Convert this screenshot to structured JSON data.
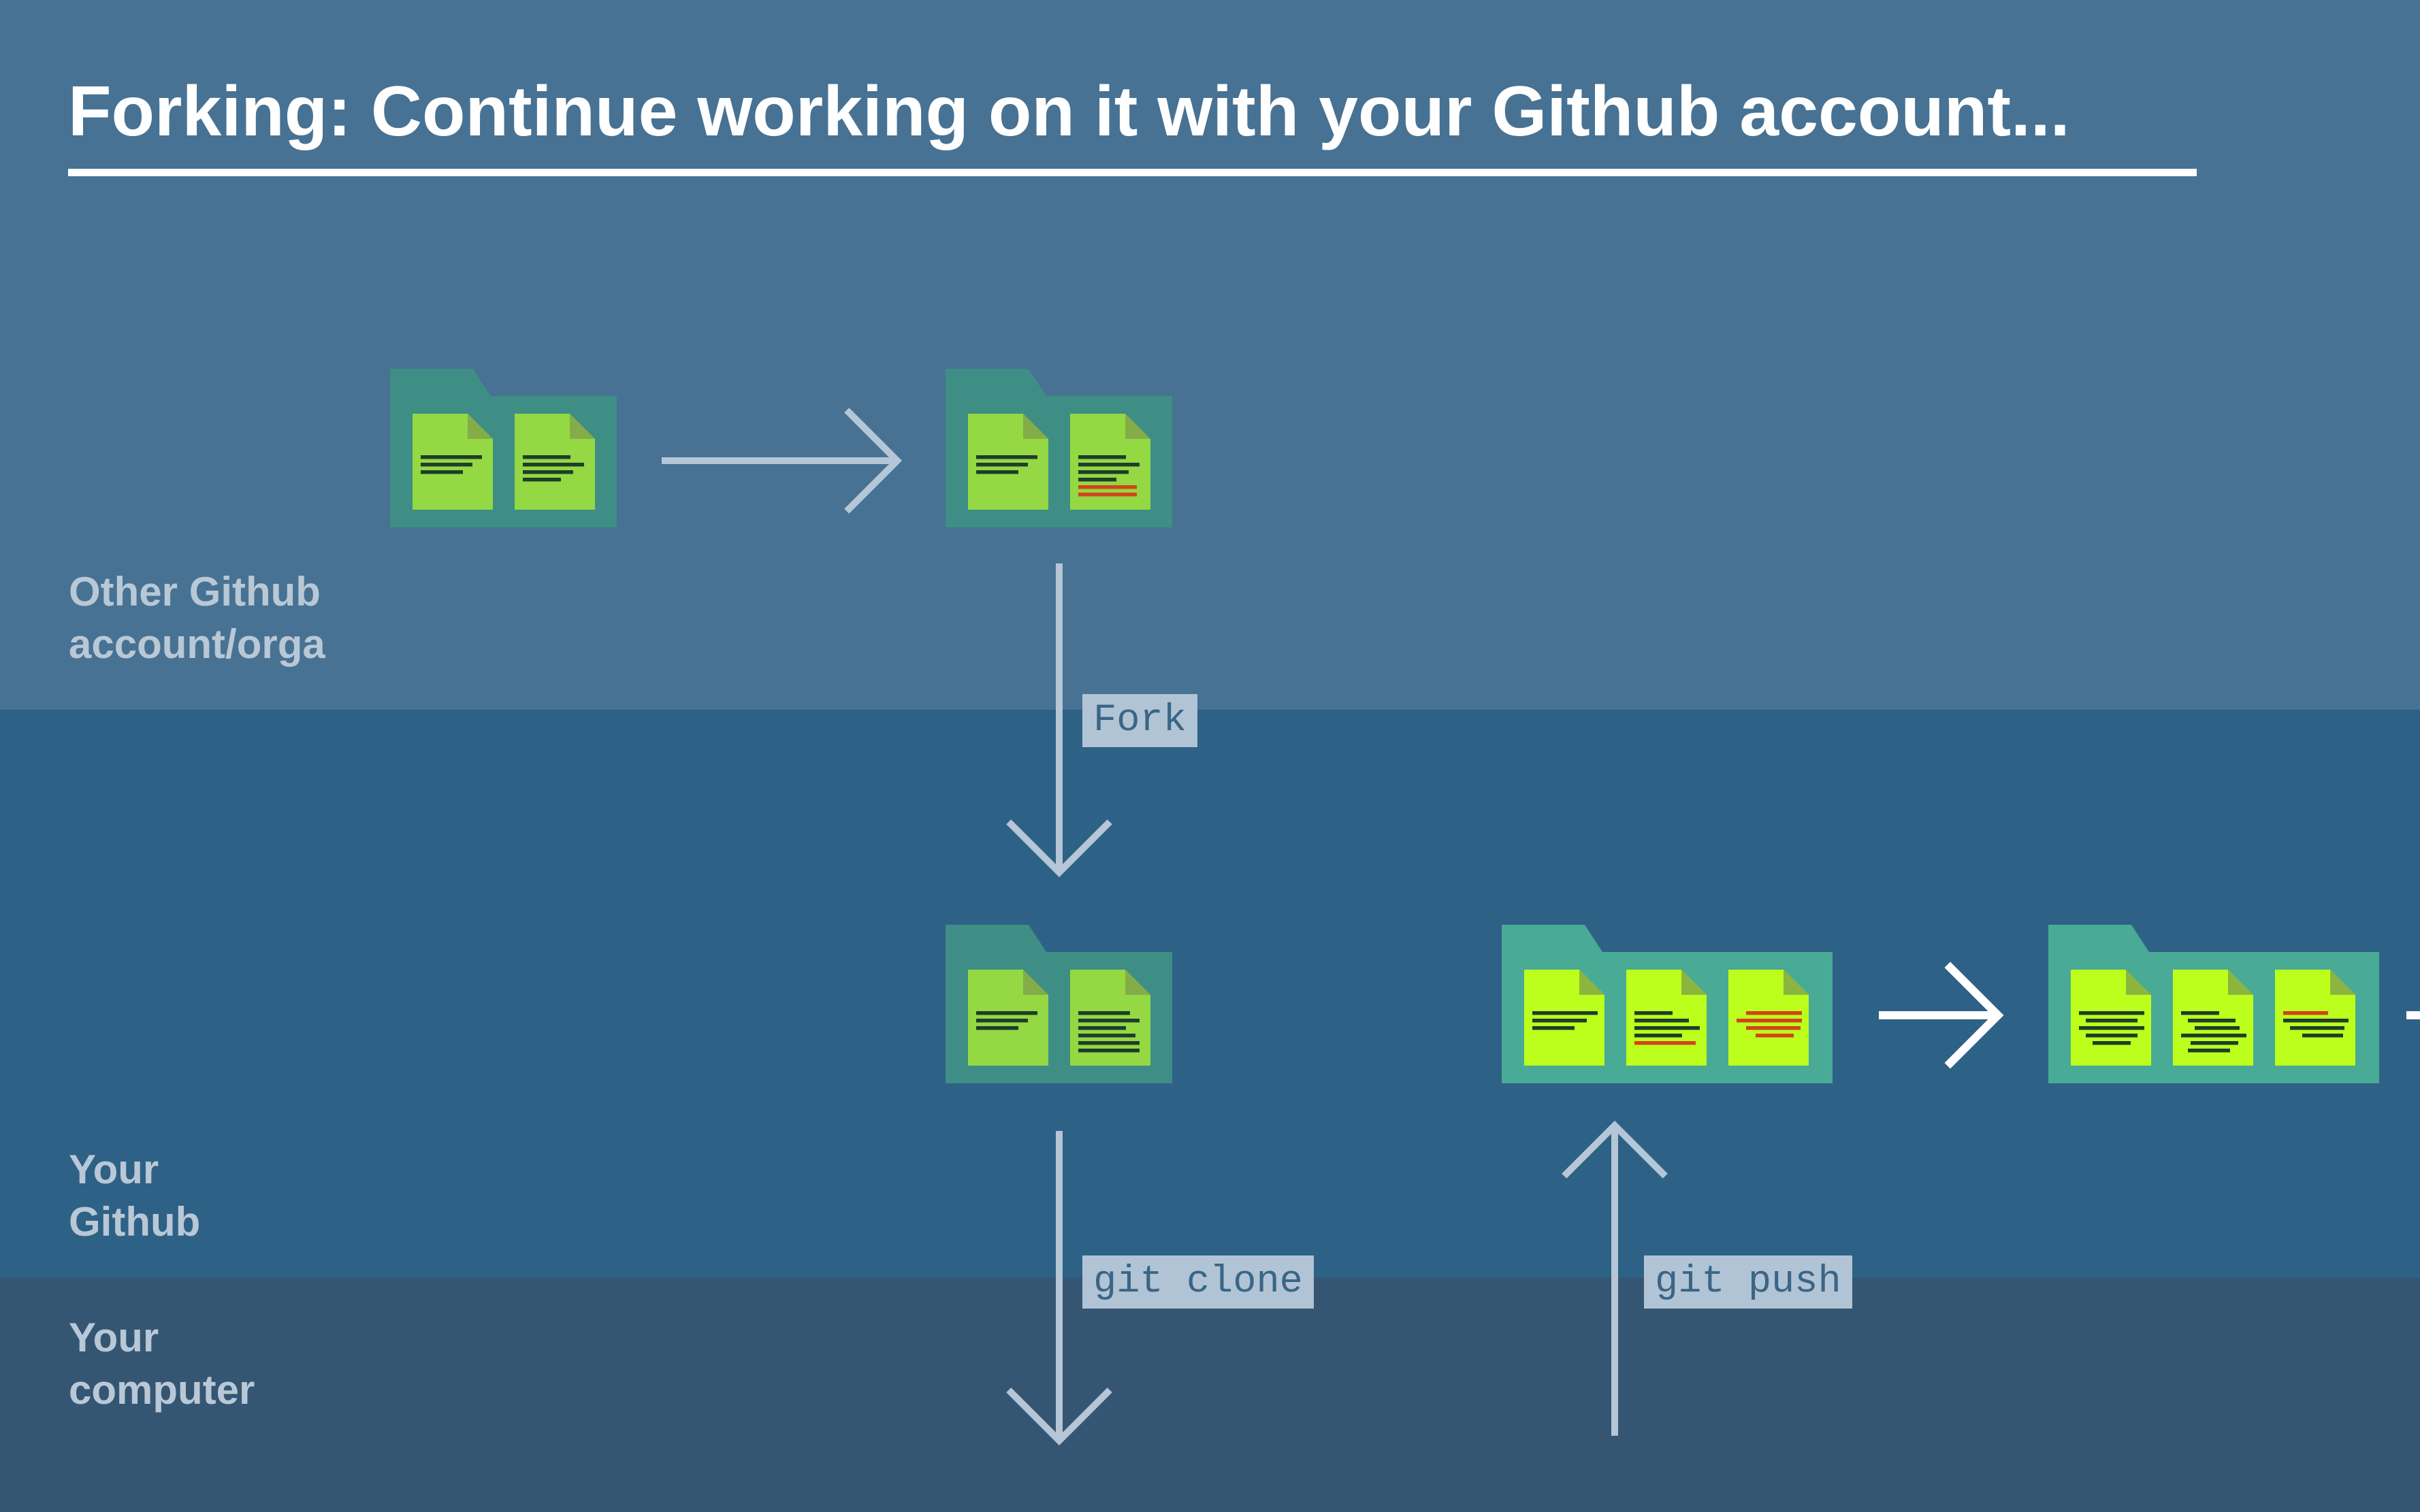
{
  "title": "Forking: Continue working on it with your Github account...",
  "zones": {
    "other": [
      "Other Github",
      "account/orga"
    ],
    "github": [
      "Your",
      "Github"
    ],
    "computer": [
      "Your",
      "computer"
    ]
  },
  "commands": {
    "fork": "Fork",
    "clone": "git clone",
    "push": "git push"
  },
  "colors": {
    "band_other": "#477293",
    "band_github": "#2e6186",
    "band_computer": "#355673",
    "folder": "#3e8e86",
    "folder_bright": "#49aa96",
    "doc": "#94d843",
    "doc_bright": "#bdff1c",
    "text_line": "#1e3d2a",
    "change_line": "#d2441b",
    "arrow": "#b5c6d6",
    "arrow_bright": "#ffffff"
  }
}
